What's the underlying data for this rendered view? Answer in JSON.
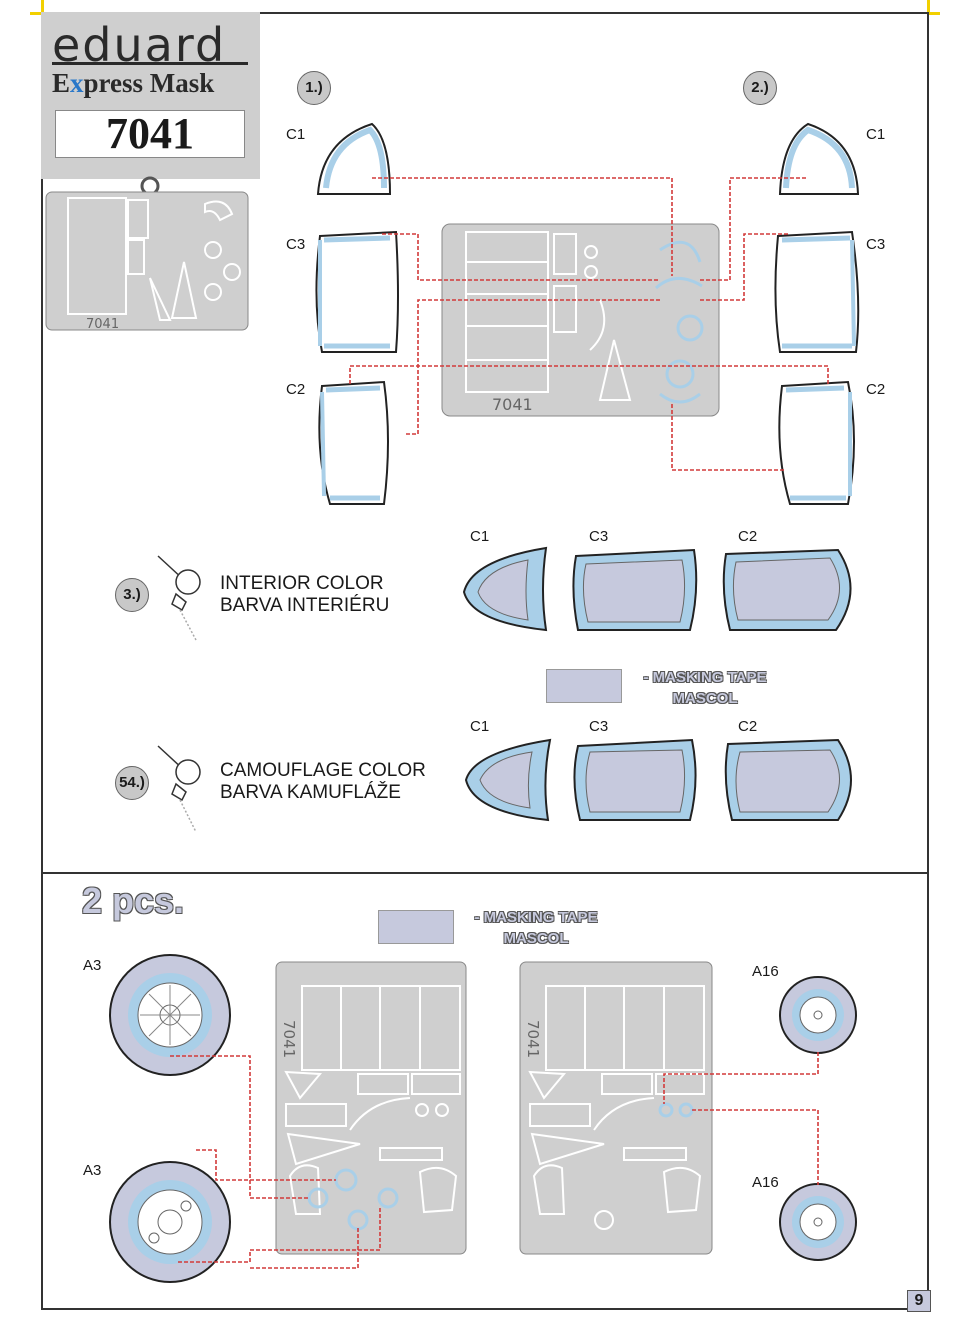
{
  "brand": {
    "name": "eduard",
    "product": "Express Mask",
    "number": "7041"
  },
  "steps": {
    "s1": "1.)",
    "s2": "2.)",
    "s3": "3.)",
    "s4": "54.)"
  },
  "parts": {
    "c1": "C1",
    "c2": "C2",
    "c3": "C3",
    "a3": "A3",
    "a16": "A16"
  },
  "instructions": {
    "interior_en": "INTERIOR COLOR",
    "interior_cz": "BARVA INTERIÉRU",
    "camo_en": "CAMOUFLAGE COLOR",
    "camo_cz": "BARVA KAMUFLÁŽE"
  },
  "legend": {
    "line1": "- MASKING TAPE",
    "line2": "MASCOL"
  },
  "wheels_qty": "2 pcs.",
  "fret_label": "7041",
  "page_number": "9",
  "colors": {
    "mask": "#c6c9dd",
    "frame_blue": "#a9cfe8",
    "fret": "#cfcfcf",
    "leader": "#d23a3a",
    "crop": "#f2d000",
    "logo_x": "#2a78c9"
  }
}
